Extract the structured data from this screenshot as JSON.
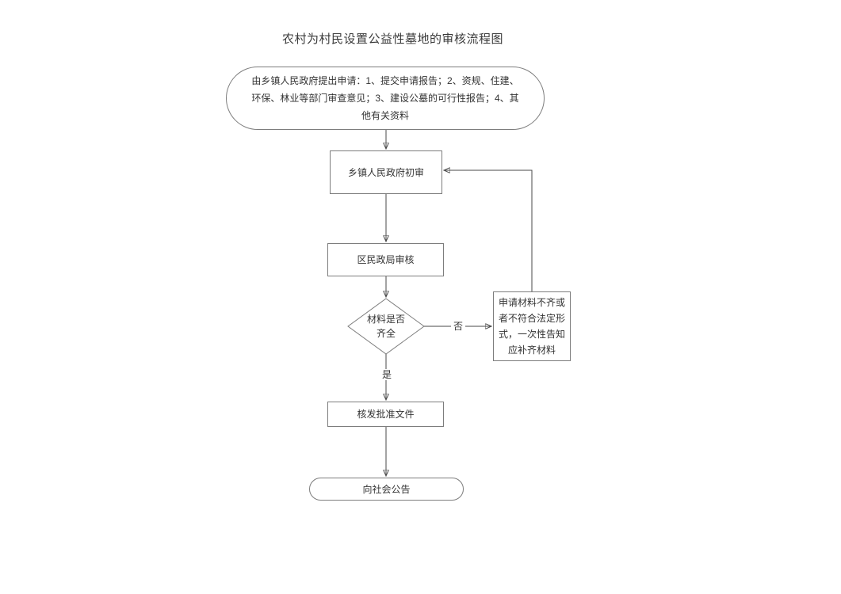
{
  "title": "农村为村民设置公益性墓地的审核流程图",
  "nodes": {
    "start": {
      "type": "terminator",
      "label": "由乡镇人民政府提出申请：1、提交申请报告；2、资规、住建、环保、林业等部门审查意见；3、建设公墓的可行性报告；4、其他有关资料"
    },
    "township_review": {
      "type": "process",
      "label": "乡镇人民政府初审"
    },
    "district_review": {
      "type": "process",
      "label": "区民政局审核"
    },
    "decision": {
      "type": "decision",
      "label": "材料是否齐全"
    },
    "notify": {
      "type": "process",
      "label": "申请材料不齐或者不符合法定形式，一次性告知应补齐材料"
    },
    "issue": {
      "type": "process",
      "label": "核发批准文件"
    },
    "announce": {
      "type": "terminator",
      "label": "向社会公告"
    }
  },
  "edges": {
    "no_label": "否",
    "yes_label": "是"
  },
  "colors": {
    "background": "#ffffff",
    "shape_border": "#7d7d7d",
    "connector_line": "#4a4a4a",
    "text": "#333333"
  }
}
